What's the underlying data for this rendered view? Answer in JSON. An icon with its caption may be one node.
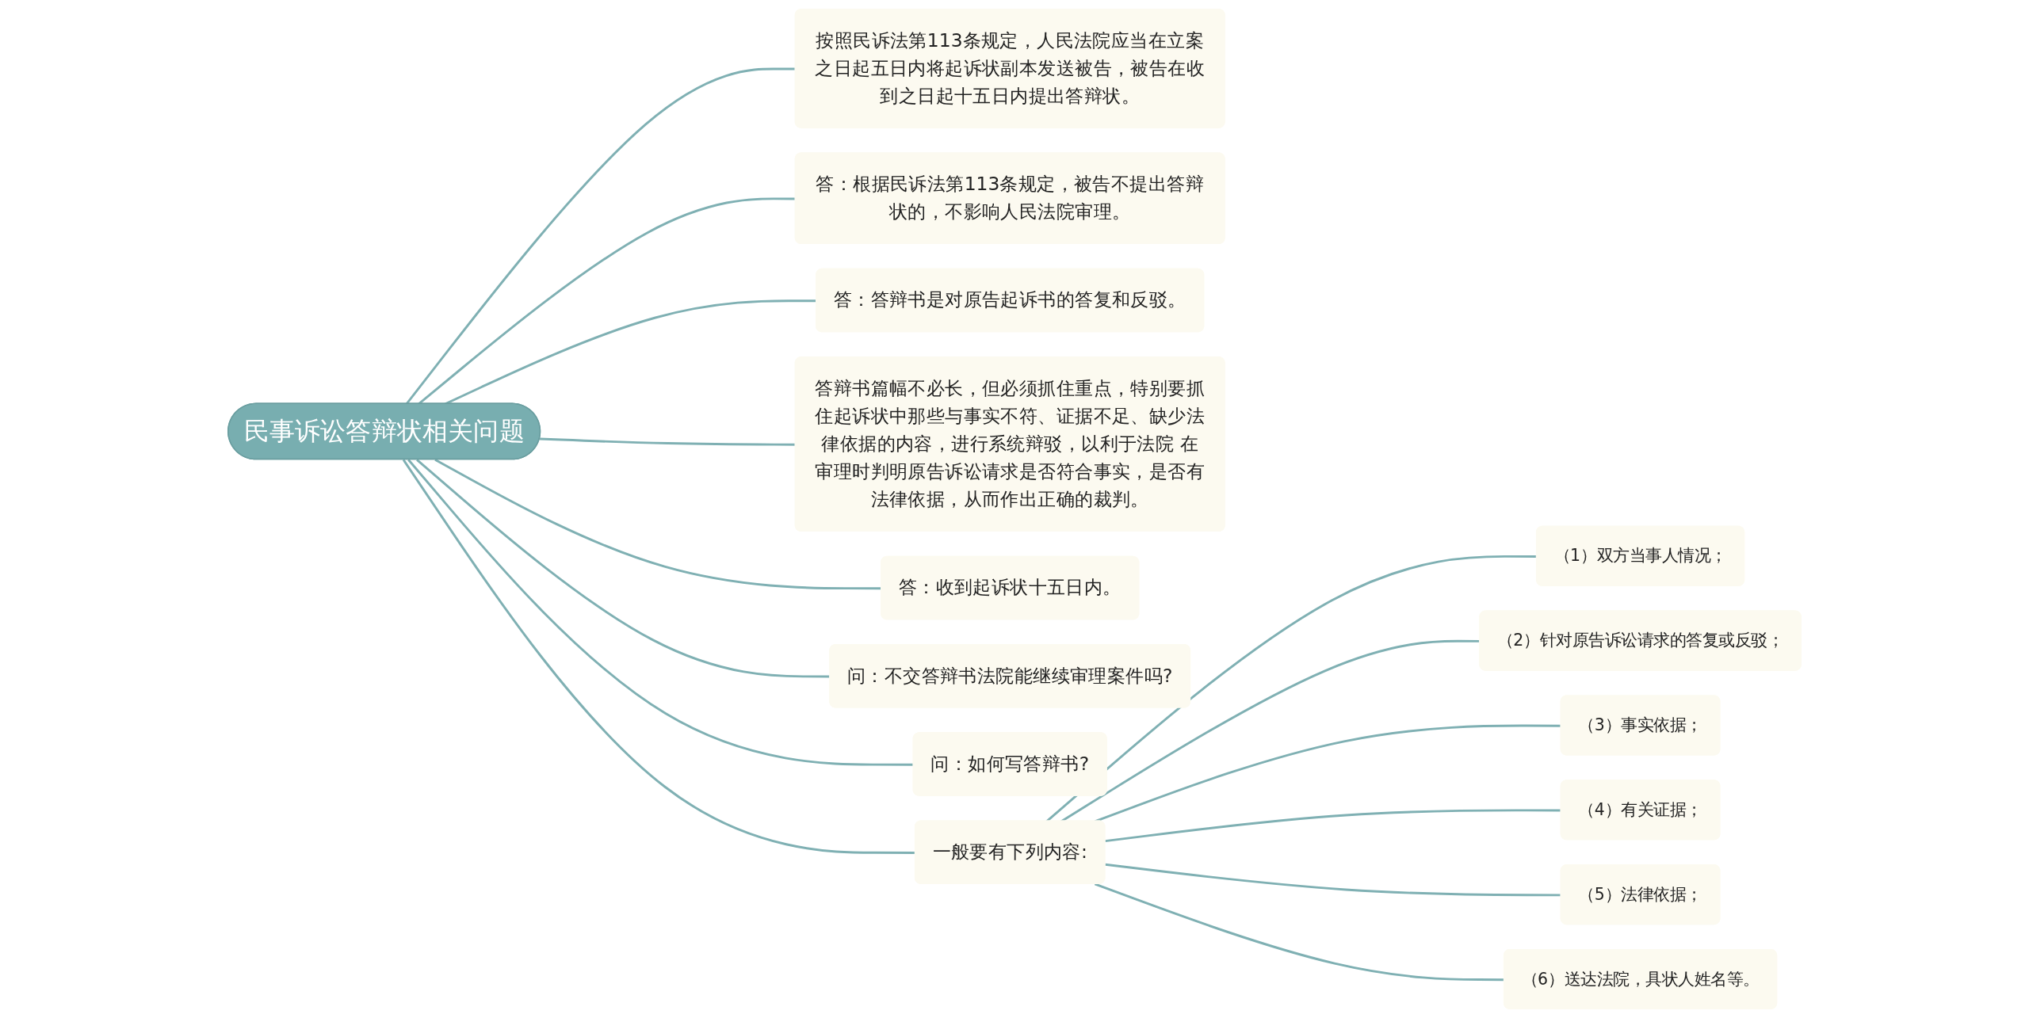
{
  "diagram": {
    "nodes": [
      {
        "text": [
          "民事诉讼答辩状相关问题"
        ]
      },
      {
        "text": [
          "按照民诉法第113条规定，人民法院应当在立案之日起五日内将起诉状副本发送被告，被告在收到之日起十五日内提出答辩状。"
        ]
      },
      {
        "text": [
          "答：根据民诉法第113条规定，被告不提出答辩状的，不影响人民法院审理。"
        ]
      },
      {
        "text": [
          "答：答辩书是对原告起诉书的答复和反驳。"
        ]
      },
      {
        "text": [
          "答辩书篇幅不必长，但必须抓住重点，特别要抓住起诉状中那些与事实不符、证据不足、缺少法律依据的内容，进行系统辩驳，以利于法院 在审理时判明原告诉讼请求是否符合事实，是否有法律依据，从而作出正确的裁判。"
        ]
      },
      {
        "text": [
          "答：收到起诉状十五日内。"
        ]
      },
      {
        "text": [
          "问：不交答辩书法院能继续审理案件吗?"
        ]
      },
      {
        "text": [
          "问：如何写答辩书?"
        ]
      },
      {
        "text": [
          "一般要有下列内容:"
        ]
      },
      {
        "text": [
          "（1）双方当事人情况；"
        ]
      },
      {
        "text": [
          "（2）针对原告诉讼请求的答复或反驳；"
        ]
      },
      {
        "text": [
          "（3）事实依据；"
        ]
      },
      {
        "text": [
          "（4）有关证据；"
        ]
      },
      {
        "text": [
          "（5）法律依据；"
        ]
      },
      {
        "text": [
          "（6）送达法院，具状人姓名等。"
        ]
      }
    ],
    "edges": [
      {
        "from": 0,
        "to": 1,
        "arrow": "none"
      },
      {
        "from": 0,
        "to": 2,
        "arrow": "none"
      },
      {
        "from": 0,
        "to": 3,
        "arrow": "none"
      },
      {
        "from": 0,
        "to": 4,
        "arrow": "none"
      },
      {
        "from": 0,
        "to": 5,
        "arrow": "none"
      },
      {
        "from": 0,
        "to": 6,
        "arrow": "none"
      },
      {
        "from": 0,
        "to": 7,
        "arrow": "none"
      },
      {
        "from": 0,
        "to": 8,
        "arrow": "none"
      },
      {
        "from": 8,
        "to": 9,
        "arrow": "none"
      },
      {
        "from": 8,
        "to": 10,
        "arrow": "none"
      },
      {
        "from": 8,
        "to": 11,
        "arrow": "none"
      },
      {
        "from": 8,
        "to": 12,
        "arrow": "none"
      },
      {
        "from": 8,
        "to": 13,
        "arrow": "none"
      },
      {
        "from": 8,
        "to": 14,
        "arrow": "none"
      }
    ]
  }
}
